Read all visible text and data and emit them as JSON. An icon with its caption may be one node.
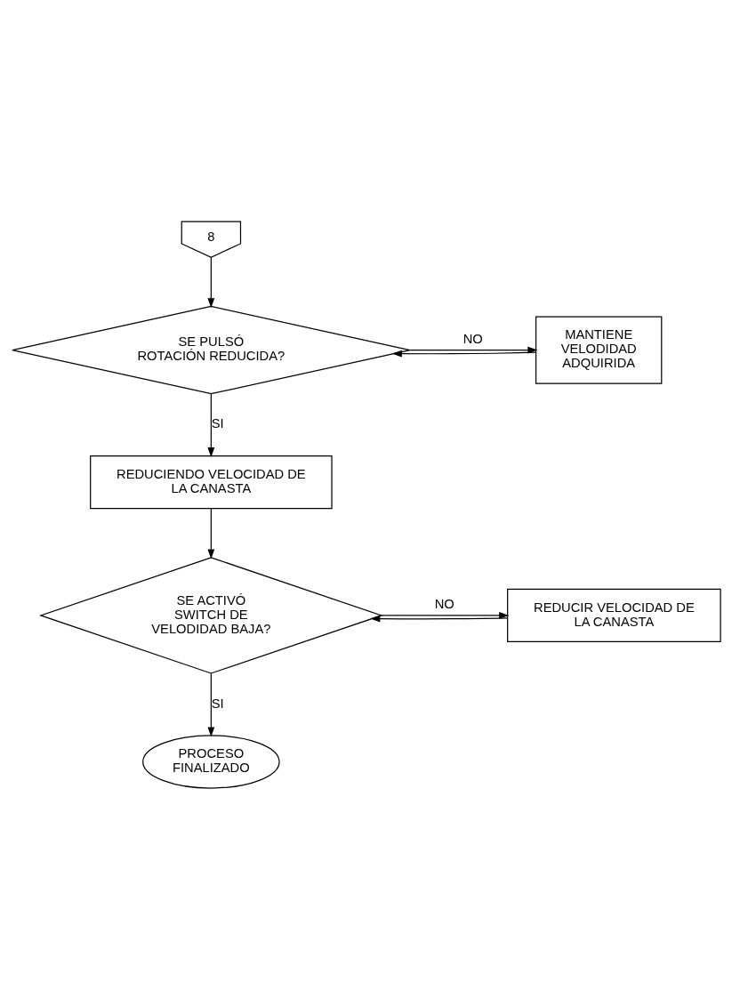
{
  "diagram": {
    "nodes": [
      {
        "text": [
          "8"
        ]
      },
      {
        "text": [
          "SE PULSÓ ROTACIÓN REDUCIDA?"
        ]
      },
      {
        "text": [
          "MANTIENE VELODIDAD ADQUIRIDA"
        ]
      },
      {
        "text": [
          "REDUCIENDO VELOCIDAD DE LA CANASTA"
        ]
      },
      {
        "text": [
          "SE ACTIVÓ SWITCH DE VELODIDAD BAJA?"
        ]
      },
      {
        "text": [
          "REDUCIR VELOCIDAD DE LA CANASTA"
        ]
      },
      {
        "text": [
          "PROCESO FINALIZADO"
        ]
      }
    ],
    "edges": [
      {
        "from": 0,
        "to": 1,
        "arrow": "to"
      },
      {
        "from": 1,
        "to": 2,
        "arrow": "to",
        "label": "NO"
      },
      {
        "from": 2,
        "to": 1,
        "arrow": "to"
      },
      {
        "from": 1,
        "to": 3,
        "arrow": "to",
        "label": "SI"
      },
      {
        "from": 3,
        "to": 4,
        "arrow": "to"
      },
      {
        "from": 4,
        "to": 5,
        "arrow": "to",
        "label": "NO"
      },
      {
        "from": 5,
        "to": 4,
        "arrow": "to"
      },
      {
        "from": 4,
        "to": 6,
        "arrow": "to",
        "label": "SI"
      }
    ]
  }
}
